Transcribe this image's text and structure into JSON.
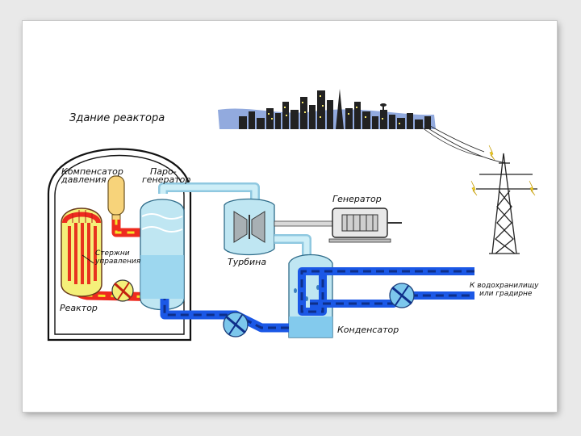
{
  "labels": {
    "reactor_building": "Здание реактора",
    "pressurizer_line1": "Компенсатор",
    "pressurizer_line2": "давления",
    "steam_gen_line1": "Паро-",
    "steam_gen_line2": "генератор",
    "control_rods_line1": "Стержни",
    "control_rods_line2": "управления",
    "reactor": "Реактор",
    "turbine": "Турбина",
    "generator": "Генератор",
    "condenser": "Конденсатор",
    "reservoir_line1": "К водохранилищу",
    "reservoir_line2": "или градирне"
  },
  "colors": {
    "hot_loop": "#ee2a1f",
    "hot_loop_dash": "#f3e42a",
    "cold_loop": "#1b58e6",
    "cold_loop_dash": "#0e2f8a",
    "steam": "#bfe6f2",
    "water": "#7cc7ec",
    "reactor_fill": "#f4f07a",
    "pressurizer": "#f7d37a",
    "building": "#ffffff",
    "city_sky": "#6f8fd0"
  }
}
